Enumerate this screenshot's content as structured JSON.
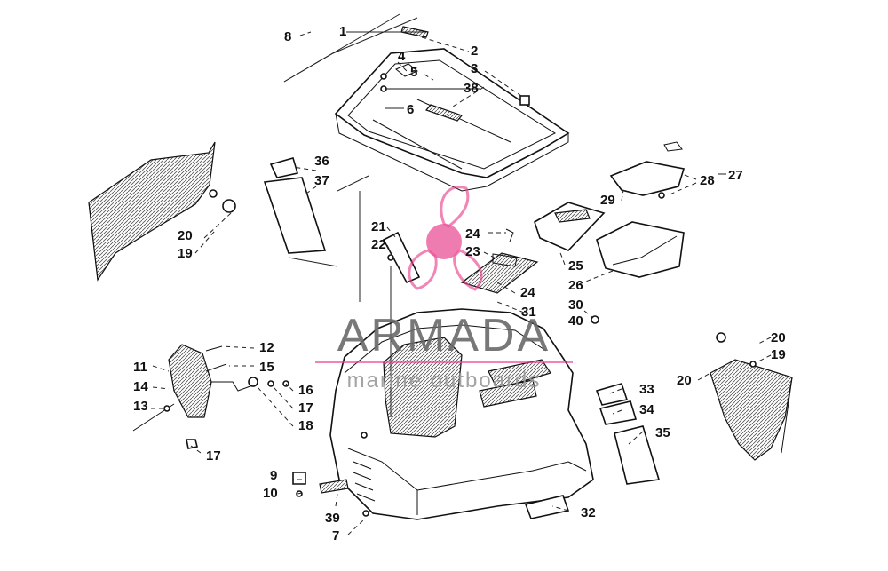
{
  "watermark": {
    "brand": "ARMADA",
    "tagline": "marine outboards",
    "accent_color": "#e83e8c"
  },
  "callouts": [
    {
      "n": "1"
    },
    {
      "n": "2"
    },
    {
      "n": "3"
    },
    {
      "n": "4"
    },
    {
      "n": "5"
    },
    {
      "n": "6"
    },
    {
      "n": "7"
    },
    {
      "n": "8"
    },
    {
      "n": "9"
    },
    {
      "n": "10"
    },
    {
      "n": "11"
    },
    {
      "n": "12"
    },
    {
      "n": "13"
    },
    {
      "n": "14"
    },
    {
      "n": "15"
    },
    {
      "n": "16"
    },
    {
      "n": "17"
    },
    {
      "n": "17"
    },
    {
      "n": "18"
    },
    {
      "n": "19"
    },
    {
      "n": "19"
    },
    {
      "n": "20"
    },
    {
      "n": "20"
    },
    {
      "n": "20"
    },
    {
      "n": "21"
    },
    {
      "n": "22"
    },
    {
      "n": "23"
    },
    {
      "n": "24"
    },
    {
      "n": "24"
    },
    {
      "n": "25"
    },
    {
      "n": "26"
    },
    {
      "n": "27"
    },
    {
      "n": "28"
    },
    {
      "n": "29"
    },
    {
      "n": "30"
    },
    {
      "n": "31"
    },
    {
      "n": "32"
    },
    {
      "n": "33"
    },
    {
      "n": "34"
    },
    {
      "n": "35"
    },
    {
      "n": "36"
    },
    {
      "n": "37"
    },
    {
      "n": "38"
    },
    {
      "n": "39"
    },
    {
      "n": "40"
    }
  ]
}
